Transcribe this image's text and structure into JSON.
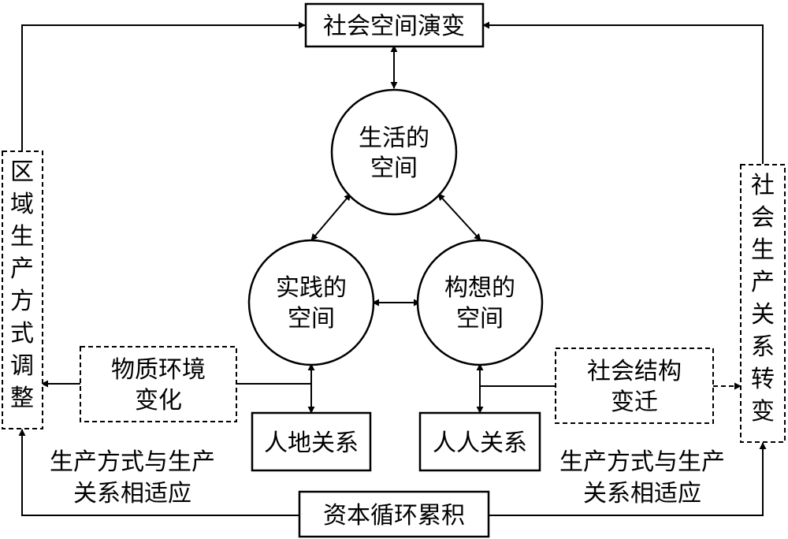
{
  "nodes": {
    "social_space_evolution": "社会空间演变",
    "lived_space": [
      "生活的",
      "空间"
    ],
    "practiced_space": [
      "实践的",
      "空间"
    ],
    "conceived_space": [
      "构想的",
      "空间"
    ],
    "regional_production_adjustment": [
      "区",
      "域",
      "生",
      "产",
      "方",
      "式",
      "调",
      "整"
    ],
    "social_relations_transformation": [
      "社",
      "会",
      "生",
      "产",
      "关",
      "系",
      "转",
      "变"
    ],
    "material_environment_change": [
      "物质环境",
      "变化"
    ],
    "social_structure_change": [
      "社会结构",
      "变迁"
    ],
    "human_land_relation": "人地关系",
    "human_human_relation": "人人关系",
    "capital_accumulation": "资本循环累积"
  },
  "labels": {
    "left_adaptation": [
      "生产方式与生产",
      "关系相适应"
    ],
    "right_adaptation": [
      "生产方式与生产",
      "关系相适应"
    ]
  }
}
